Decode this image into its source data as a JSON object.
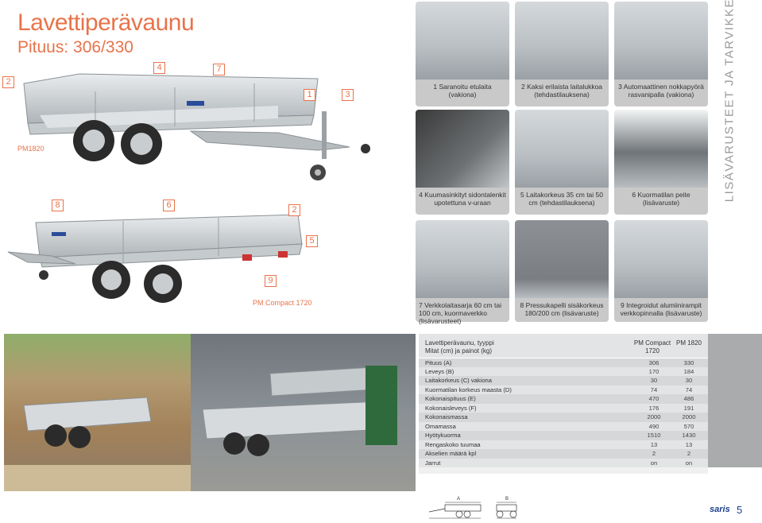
{
  "page": {
    "title": "Lavettiperävaunu",
    "subtitle": "Pituus: 306/330",
    "side_label": "LISÄVARUSTEET JA TARVIKKEET",
    "page_number": "5",
    "logo_text": "saris"
  },
  "models": {
    "top": "PM1820",
    "bottom": "PM Compact 1720"
  },
  "top_callouts": [
    "2",
    "4",
    "7",
    "1",
    "3"
  ],
  "bottom_callouts": [
    "8",
    "6",
    "2",
    "5",
    "9"
  ],
  "accessories": [
    {
      "num": "1",
      "text": "Saranoitu etulaita (vakiona)"
    },
    {
      "num": "2",
      "text": "Kaksi erilaista laitalukkoa (tehdastilauksena)"
    },
    {
      "num": "3",
      "text": "Automaattinen nokkapyörä rasvanipalla (vakiona)"
    },
    {
      "num": "4",
      "text": "Kuumasinkityt sidontalenkit upotettuna v-uraan"
    },
    {
      "num": "5",
      "text": "Laitakorkeus 35 cm tai 50 cm (tehdastilauksena)"
    },
    {
      "num": "6",
      "text": "Kuormatilan peite (lisävaruste)"
    },
    {
      "num": "7",
      "text": "Verkkolaitasarja 60 cm tai 100 cm, kuormaverkko (lisävarusteet)"
    },
    {
      "num": "8",
      "text": "Pressukapelli sisäkorkeus 180/200 cm (lisävaruste)"
    },
    {
      "num": "9",
      "text": "Integroidut alumiinirampit verkkopinnalla (lisävaruste)"
    }
  ],
  "spec_table": {
    "header_1": "Lavettiperävaunu, tyyppi",
    "header_2": "Mitat (cm) ja painot (kg)",
    "col_1": "PM Compact 1720",
    "col_2": "PM 1820",
    "rows": [
      {
        "label": "Pituus (A)",
        "v1": "306",
        "v2": "330"
      },
      {
        "label": "Leveys (B)",
        "v1": "170",
        "v2": "184"
      },
      {
        "label": "Laitakorkeus (C) vakiona",
        "v1": "30",
        "v2": "30"
      },
      {
        "label": "Kuormatilan korkeus maasta (D)",
        "v1": "74",
        "v2": "74"
      },
      {
        "label": "Kokonaispituus (E)",
        "v1": "470",
        "v2": "486"
      },
      {
        "label": "Kokonaisleveys (F)",
        "v1": "176",
        "v2": "191"
      },
      {
        "label": "Kokonaismassa",
        "v1": "2000",
        "v2": "2000"
      },
      {
        "label": "Omamassa",
        "v1": "490",
        "v2": "570"
      },
      {
        "label": "Hyötykuorma",
        "v1": "1510",
        "v2": "1430"
      },
      {
        "label": "Rengaskoko tuumaa",
        "v1": "13",
        "v2": "13"
      },
      {
        "label": "Akselien määrä kpl",
        "v1": "2",
        "v2": "2"
      },
      {
        "label": "Jarrut",
        "v1": "on",
        "v2": "on"
      }
    ]
  },
  "diagram_labels": {
    "a": "A",
    "b": "B"
  }
}
